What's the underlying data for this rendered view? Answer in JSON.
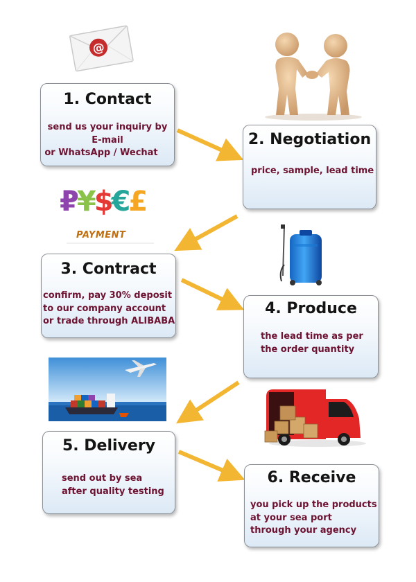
{
  "steps": [
    {
      "title": "1. Contact",
      "lines": [
        "send us your inquiry by",
        "E-mail",
        "or WhatsApp / Wechat"
      ]
    },
    {
      "title": "2. Negotiation",
      "lines": [
        "price, sample, lead time"
      ]
    },
    {
      "title": "3. Contract",
      "lines": [
        "confirm, pay 30% deposit",
        "to our company account",
        "or trade through ALIBABA"
      ]
    },
    {
      "title": "4. Produce",
      "lines": [
        "the lead time as per",
        "the order quantity"
      ]
    },
    {
      "title": "5. Delivery",
      "lines": [
        "send out by sea",
        "after quality testing"
      ]
    },
    {
      "title": "6. Receive",
      "lines": [
        "you pick up the products",
        "at your sea port",
        "through your agency"
      ]
    }
  ],
  "payment": {
    "symbols": [
      "₽",
      "¥",
      "$",
      "€",
      "£"
    ],
    "label": "PAYMENT"
  },
  "colors": {
    "title_text": "#141414",
    "body_text": "#6d1230",
    "arrow": "#f2b632",
    "card_bottom": "#dce9f6",
    "card_border": "#8a8f96"
  },
  "icons": {
    "email": "envelope-at-icon",
    "negotiation": "handshake-figures-icon",
    "payment": "currency-symbols-icon",
    "produce": "backpack-sprayer-icon",
    "delivery": "cargo-ship-airplane-icon",
    "receive": "delivery-van-boxes-icon"
  }
}
